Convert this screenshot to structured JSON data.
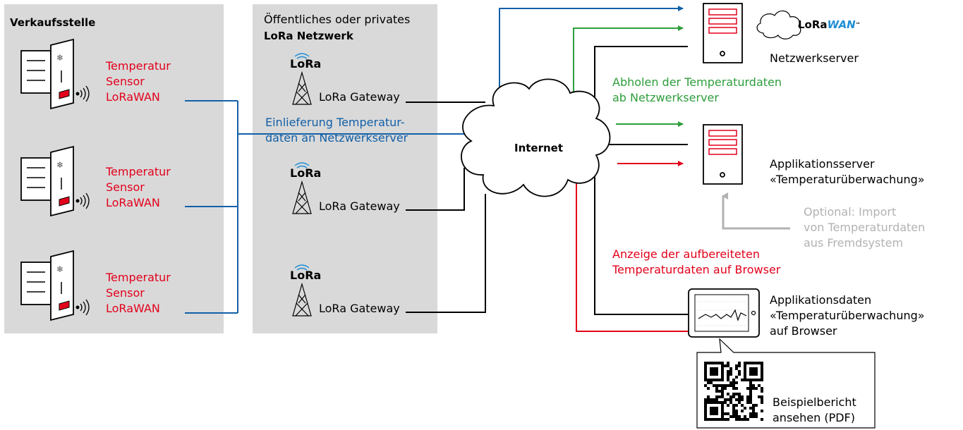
{
  "colors": {
    "panel": "#d9d9d9",
    "red": "#e3001b",
    "blue": "#1260a8",
    "green": "#2e9e3c",
    "grey": "#b2b2b2",
    "black": "#000000",
    "lorawan_blue": "#1e8ed6"
  },
  "sales_point": {
    "title": "Verkaufsstelle",
    "sensors": [
      "Temperatur\nSensor\nLoRaWAN",
      "Temperatur\nSensor\nLoRaWAN",
      "Temperatur\nSensor\nLoRaWAN"
    ]
  },
  "network": {
    "title_line1": "Öffentliches oder privates",
    "title_line2": "LoRa Netzwerk",
    "lora_logo": "LoRa",
    "gateways": [
      "LoRa Gateway",
      "LoRa Gateway",
      "LoRa Gateway"
    ]
  },
  "internet": {
    "label": "Internet"
  },
  "network_server": {
    "label": "Netzwerkserver",
    "logo_lo": "Lo",
    "logo_ra": "Ra",
    "logo_wan": "WAN",
    "logo_tm": "™"
  },
  "application_server": {
    "label_line1": "Applikationsserver",
    "label_line2": "«Temperaturüberwachung»"
  },
  "application_browser": {
    "label_line1": "Applikationsdaten",
    "label_line2": "«Temperaturüberwachung»",
    "label_line3": "auf Browser"
  },
  "flows": {
    "delivery": "Einlieferung Temperatur-\ndaten an Netzwerkserver",
    "fetch": "Abholen der Temperaturdaten\nab Netzwerkserver",
    "display": "Anzeige der aufbereiteten\nTemperaturdaten auf Browser",
    "import": "Optional: Import\nvon Temperaturdaten\naus Fremdsystem"
  },
  "report": {
    "label": "Beispielbericht\nansehen (PDF)"
  },
  "icons": [
    "sensor-icon",
    "wifi-icon",
    "snowflake-icon",
    "lora-antenna-icon",
    "cloud-icon",
    "server-icon",
    "tablet-icon",
    "qr-code-icon",
    "arrow-icon"
  ]
}
